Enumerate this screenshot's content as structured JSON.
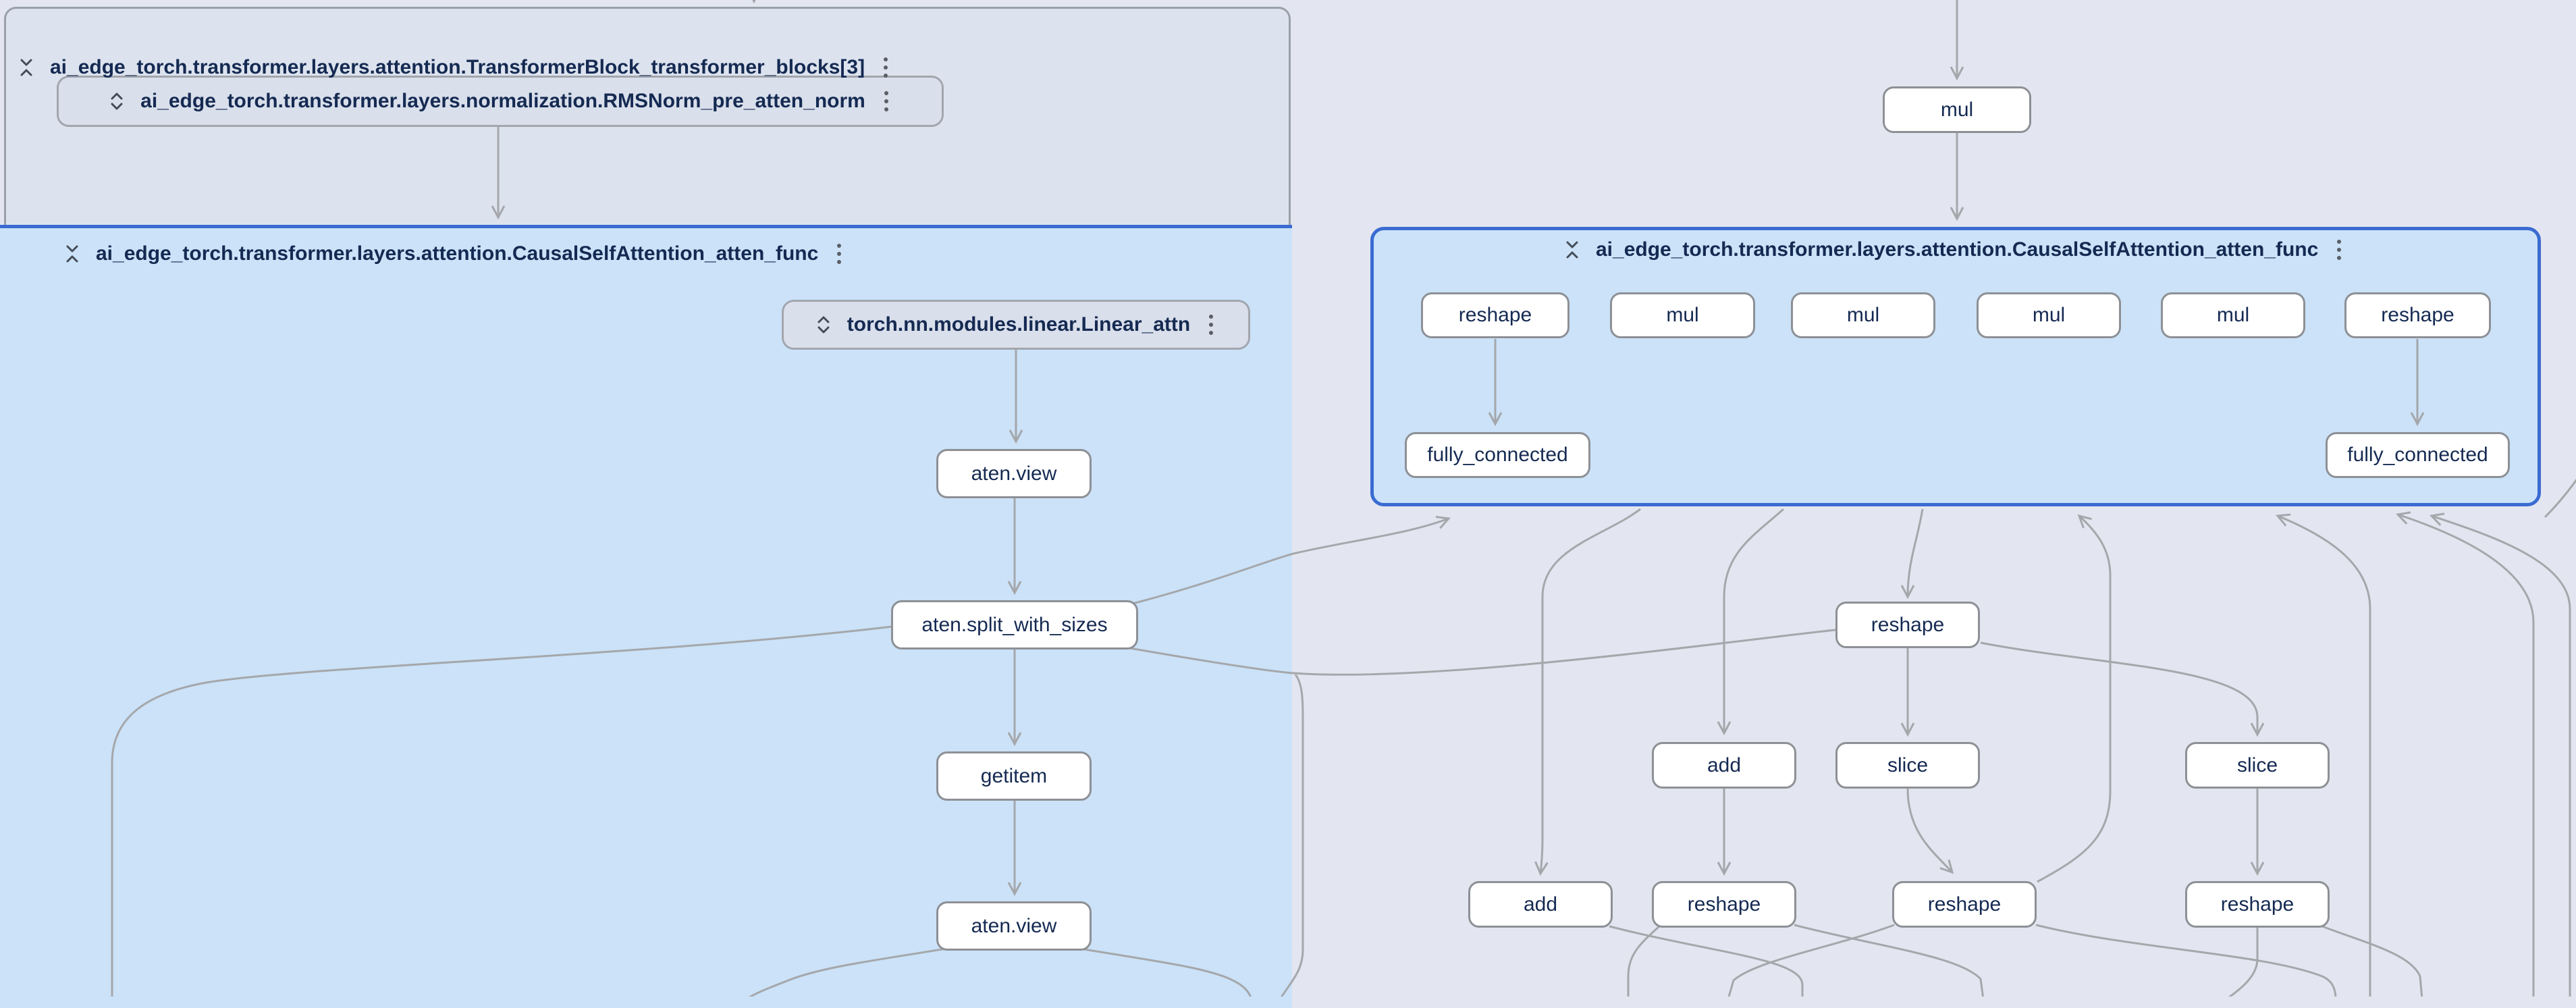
{
  "panels": {
    "transformer_block": {
      "title": "ai_edge_torch.transformer.layers.attention.TransformerBlock_transformer_blocks[3]"
    },
    "attention_left": {
      "title": "ai_edge_torch.transformer.layers.attention.CausalSelfAttention_atten_func"
    },
    "attention_right": {
      "title": "ai_edge_torch.transformer.layers.attention.CausalSelfAttention_atten_func"
    }
  },
  "module_nodes": {
    "rms_norm": {
      "label": "ai_edge_torch.transformer.layers.normalization.RMSNorm_pre_atten_norm"
    },
    "linear_attn": {
      "label": "torch.nn.modules.linear.Linear_attn"
    }
  },
  "nodes": {
    "mul_top": "mul",
    "view1": "aten.view",
    "split": "aten.split_with_sizes",
    "getitem": "getitem",
    "view2": "aten.view",
    "rp_reshape1": "reshape",
    "rp_mul1": "mul",
    "rp_mul2": "mul",
    "rp_mul3": "mul",
    "rp_mul4": "mul",
    "rp_reshape2": "reshape",
    "fc_left": "fully_connected",
    "fc_right": "fully_connected",
    "reshape_top": "reshape",
    "add1": "add",
    "slice1": "slice",
    "slice2": "slice",
    "add2": "add",
    "reshape_a": "reshape",
    "reshape_b": "reshape",
    "reshape_c": "reshape"
  },
  "icons": {
    "collapse": "unfold-less",
    "expand": "unfold-more",
    "menu": "vertical-kebab"
  },
  "colors": {
    "selection_blue": "#3a6bd2",
    "panel_blue_bg": "#cbe2f8",
    "panel_gray_bg": "#dce3ee",
    "outer_bg": "#e3e6f0",
    "module_node_bg": "#d9dfeb",
    "node_bg": "#ffffff",
    "node_border": "#8d9095",
    "edge_gray": "#a5a7ab",
    "text_navy": "#152a52"
  }
}
